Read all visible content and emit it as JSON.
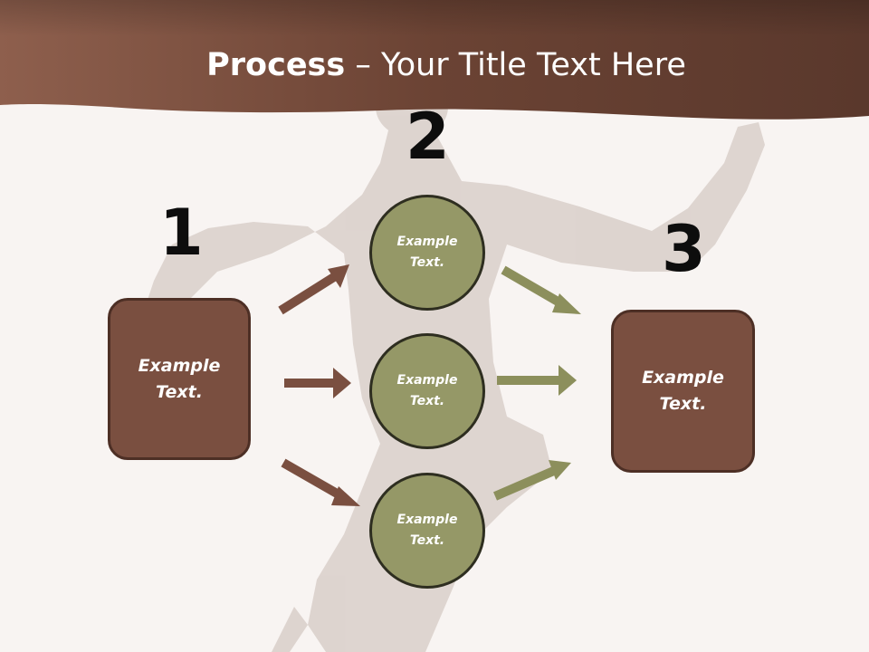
{
  "slide": {
    "title_bold": "Process",
    "title_rest": " – Your Title Text Here"
  },
  "steps": [
    {
      "number": "1"
    },
    {
      "number": "2"
    },
    {
      "number": "3"
    }
  ],
  "boxes": [
    {
      "text": "Example\nText."
    },
    {
      "text": "Example\nText."
    }
  ],
  "circles": [
    {
      "text": "Example\nText."
    },
    {
      "text": "Example\nText."
    },
    {
      "text": "Example\nText."
    }
  ],
  "colors": {
    "header_brown": "#7a4a3a",
    "box_fill": "#7a4f40",
    "box_border": "#4d2f25",
    "circle_fill": "#959867",
    "circle_border": "#2e2e20",
    "arrow_brown": "#7a4f40",
    "arrow_olive": "#8c8f5c",
    "number_color": "#0d0d0d",
    "background": "#f8f4f2"
  }
}
